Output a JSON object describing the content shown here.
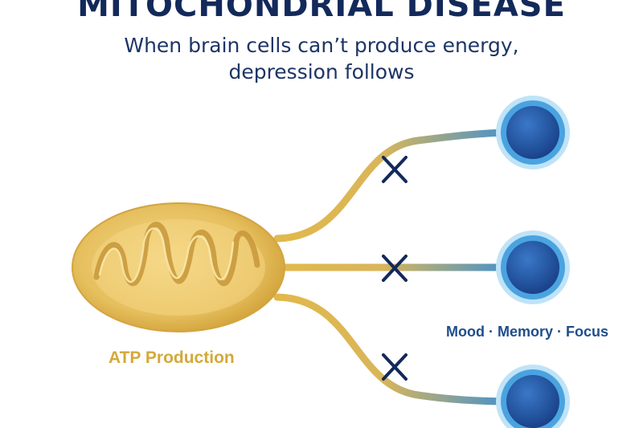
{
  "header": {
    "title": "MITOCHONDRIAL DISEASE",
    "subtitle_line1": "When brain cells can’t produce energy,",
    "subtitle_line2": "depression follows"
  },
  "labels": {
    "source": "ATP Production",
    "outcomes": "Mood · Memory · Focus"
  },
  "colors": {
    "title": "#12295a",
    "mitochondrion": "#e6bf5e",
    "path_start": "#e2b84a",
    "path_end": "#3f8fd0",
    "node_fill": "#1f56a6",
    "node_ring": "#7cc3ee",
    "blocked_marker": "#12295a"
  },
  "diagram": {
    "source_node": "mitochondrion",
    "targets": 3,
    "all_paths_blocked": true
  }
}
